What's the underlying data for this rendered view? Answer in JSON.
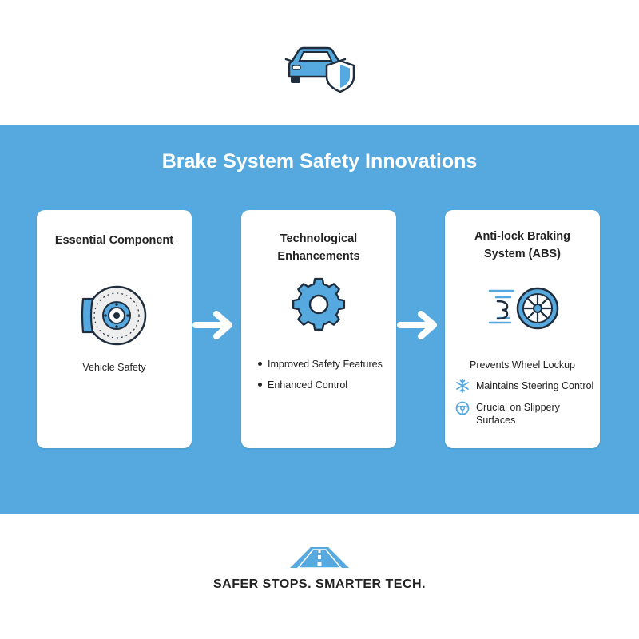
{
  "title": "Brake System Safety Innovations",
  "colors": {
    "accent": "#56a9de",
    "accent_dark": "#1f2d3d",
    "card_bg": "#ffffff"
  },
  "cards": [
    {
      "title": "Essential Component",
      "icon": "brake-disc-icon",
      "items": [
        "Vehicle Safety"
      ]
    },
    {
      "title": "Technological Enhancements",
      "icon": "gear-icon",
      "items": [
        "Improved Safety Features",
        "Enhanced Control"
      ]
    },
    {
      "title": "Anti-lock Braking System (ABS)",
      "title_lines": [
        "Anti-lock Braking",
        "System (ABS)"
      ],
      "icon": "spinning-wheel-icon",
      "items": [
        "Prevents Wheel Lockup",
        "Maintains Steering Control",
        "Crucial on Slippery",
        "Surfaces"
      ],
      "item_icons": [
        "snowflake-icon",
        "steering-wheel-icon"
      ]
    }
  ],
  "top_icon": "car-shield-icon",
  "bottom_icon": "road-icon",
  "tagline": "SAFER STOPS. SMARTER TECH."
}
